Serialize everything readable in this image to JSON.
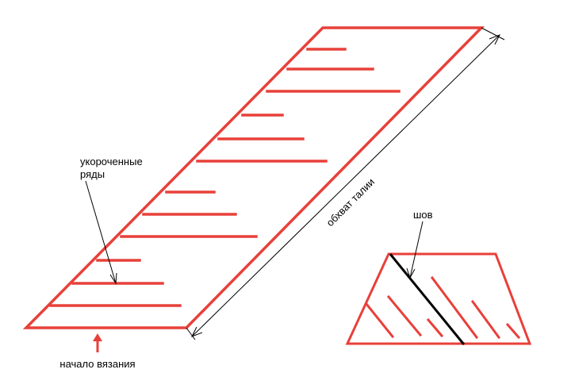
{
  "labels": {
    "short_rows_line1": "укороченные",
    "short_rows_line2": "ряды",
    "waist": "обхват талии",
    "seam": "шов",
    "start": "начало вязания"
  },
  "colors": {
    "fabric": "#e8403a",
    "ink": "#000000"
  }
}
